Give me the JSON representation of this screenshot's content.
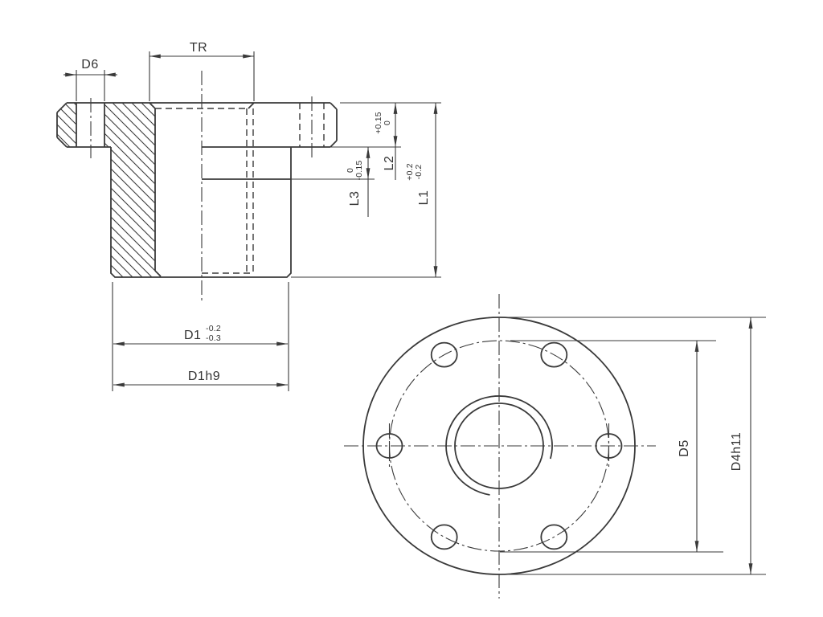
{
  "page": {
    "background": "#ffffff"
  },
  "drawing": {
    "stroke_color": "#3a3a3a",
    "text_color": "#333333",
    "section_view": {
      "dims": {
        "thread": {
          "label": "TR"
        },
        "bolt_hole": {
          "label": "D6"
        },
        "flange_thickness": {
          "label": "L2",
          "tol_upper": "+0.15",
          "tol_lower": "0"
        },
        "shoulder": {
          "label": "L3",
          "tol_upper": "0",
          "tol_lower": "-0.15"
        },
        "total_length": {
          "label": "L1",
          "tol_upper": "+0.2",
          "tol_lower": "-0.2"
        },
        "body_dia": {
          "label": "D1",
          "tol_upper": "-0.2",
          "tol_lower": "-0.3"
        },
        "body_dia_fit": {
          "label": "D1h9"
        }
      }
    },
    "front_view": {
      "bolt_hole_count": 6,
      "dims": {
        "bolt_circle_dia": {
          "label": "D5"
        },
        "flange_dia": {
          "label": "D4h11"
        }
      }
    }
  }
}
